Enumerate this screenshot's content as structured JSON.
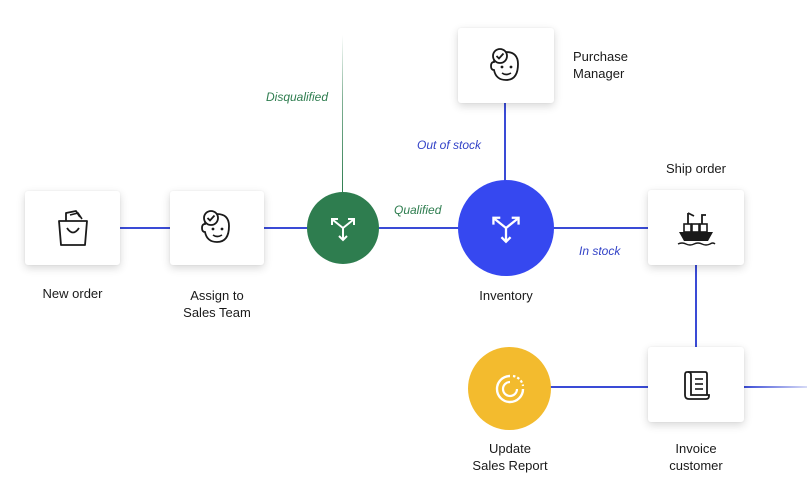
{
  "nodes": {
    "new_order": {
      "label": "New order"
    },
    "assign": {
      "label_line1": "Assign to",
      "label_line2": "Sales Team"
    },
    "purchase": {
      "label_line1": "Purchase",
      "label_line2": "Manager"
    },
    "inventory": {
      "label": "Inventory"
    },
    "ship": {
      "label": "Ship order"
    },
    "report": {
      "label_line1": "Update",
      "label_line2": "Sales Report"
    },
    "invoice": {
      "label_line1": "Invoice",
      "label_line2": "customer"
    }
  },
  "edges": {
    "disqualified": "Disqualified",
    "qualified": "Qualified",
    "out_of_stock": "Out of stock",
    "in_stock": "In stock"
  },
  "colors": {
    "blue_line": "#3a4bd6",
    "green_line": "#2e7d4f",
    "green_node": "#2e7d4f",
    "blue_node": "#3648f0",
    "yellow_node": "#f3bb2e",
    "icon": "#1a1a1a"
  },
  "icons": {
    "new_order": "shopping-bag-icon",
    "assign": "person-check-icon",
    "purchase": "person-check-icon",
    "router_green": "split-arrows-icon",
    "router_blue": "split-arrows-icon",
    "ship": "cargo-ship-icon",
    "report": "pie-chart-icon",
    "invoice": "receipt-icon"
  }
}
